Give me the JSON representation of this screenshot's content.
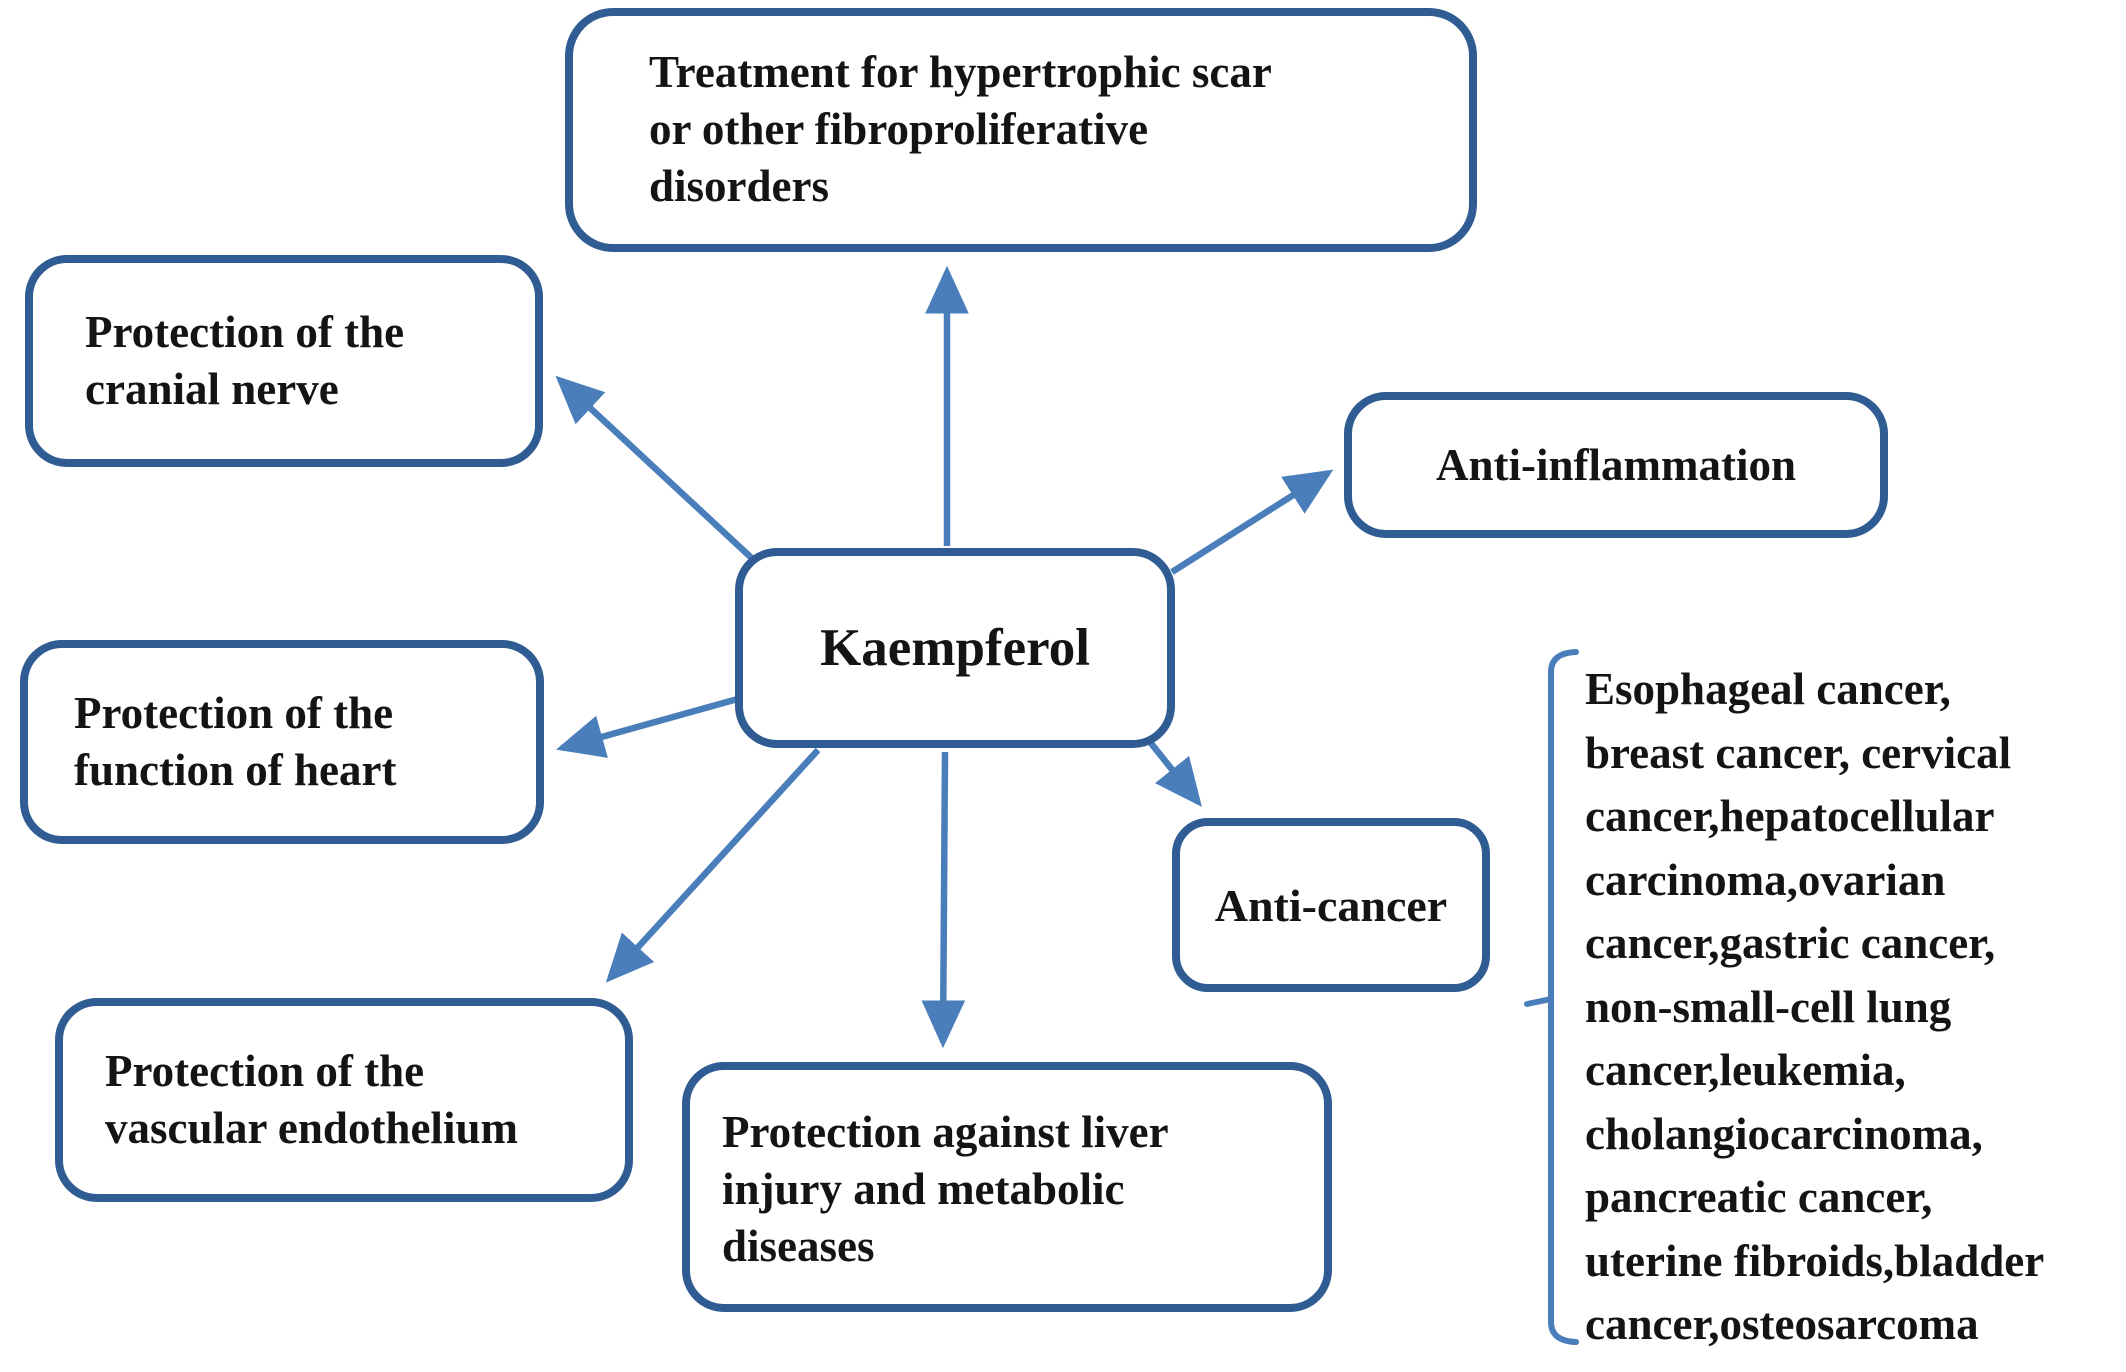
{
  "diagram": {
    "center": {
      "label": "Kaempferol"
    },
    "boxes": {
      "treatment": "Treatment for hypertrophic scar\nor other fibroproliferative\ndisorders",
      "cranial_nerve": "Protection of the\ncranial nerve",
      "anti_inflammation": "Anti-inflammation",
      "heart": "Protection of the\nfunction of heart",
      "anti_cancer": "Anti-cancer",
      "vascular_endothelium": "Protection of the\nvascular endothelium",
      "liver": "Protection against liver\ninjury and metabolic\ndiseases"
    },
    "anti_cancer_detail_list": "Esophageal cancer,\nbreast cancer, cervical\ncancer,hepatocellular\ncarcinoma,ovarian\ncancer,gastric cancer,\nnon-small-cell lung\ncancer,leukemia,\ncholangiocarcinoma,\npancreatic cancer,\nuterine fibroids,bladder\ncancer,osteosarcoma",
    "colors": {
      "box_border": "#2f5c92",
      "arrow": "#4a7ebb",
      "text": "#141414",
      "background": "#ffffff"
    }
  }
}
